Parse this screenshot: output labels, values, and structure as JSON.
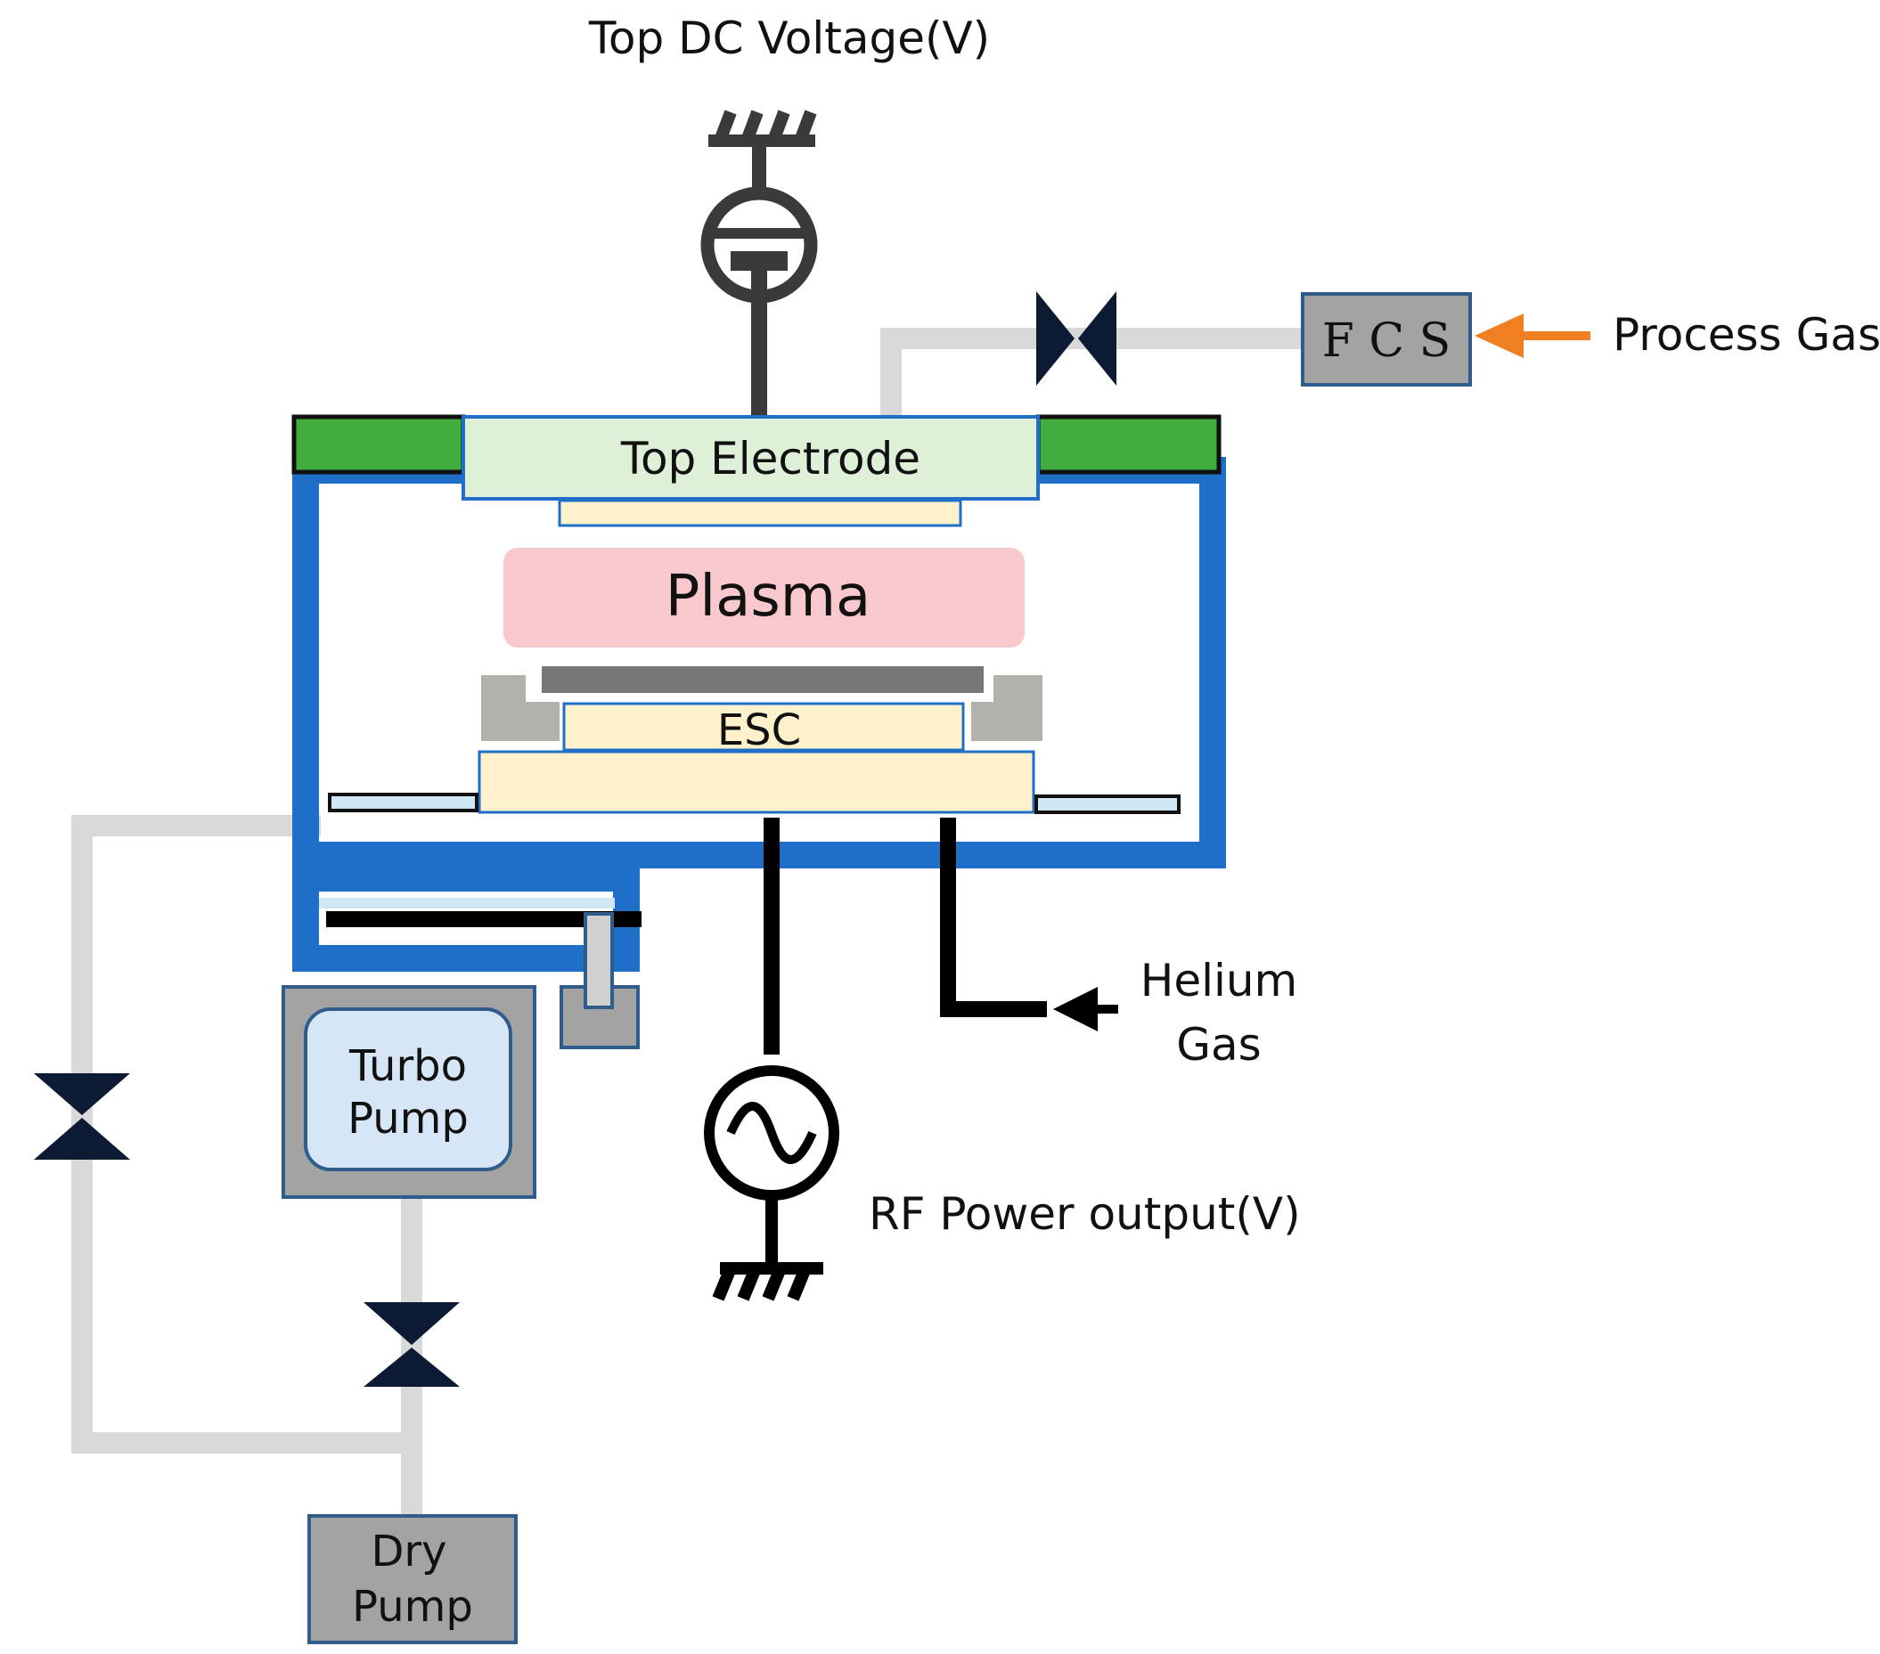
{
  "labels": {
    "top_dc_voltage": "Top DC Voltage(V)",
    "process_gas": "Process Gas",
    "fcs": "F C S",
    "top_electrode": "Top Electrode",
    "plasma": "Plasma",
    "esc": "ESC",
    "helium_line1": "Helium",
    "helium_line2": "Gas",
    "rf_power": "RF Power output(V)",
    "turbo_line1": "Turbo",
    "turbo_line2": "Pump",
    "dry_line1": "Dry",
    "dry_line2": "Pump"
  },
  "colors": {
    "chamber_wall": "#1f6fc8",
    "lid_seal": "#3fae3f",
    "top_electrode_fill": "#def0d8",
    "plasma_fill": "#f9c8cc",
    "esc_fill": "#fff1cc",
    "focus_ring": "#b4b0ab",
    "wafer": "#777777",
    "pump_housing": "#a3a3a3",
    "turbo_fill": "#d7e6f7",
    "gas_line": "#d9d9d9",
    "valve": "#0d1a33",
    "process_gas_arrow": "#f07f22",
    "circuit_line": "#000000",
    "dc_source": "#3a3a3a",
    "box_border": "#2f5c8a"
  }
}
